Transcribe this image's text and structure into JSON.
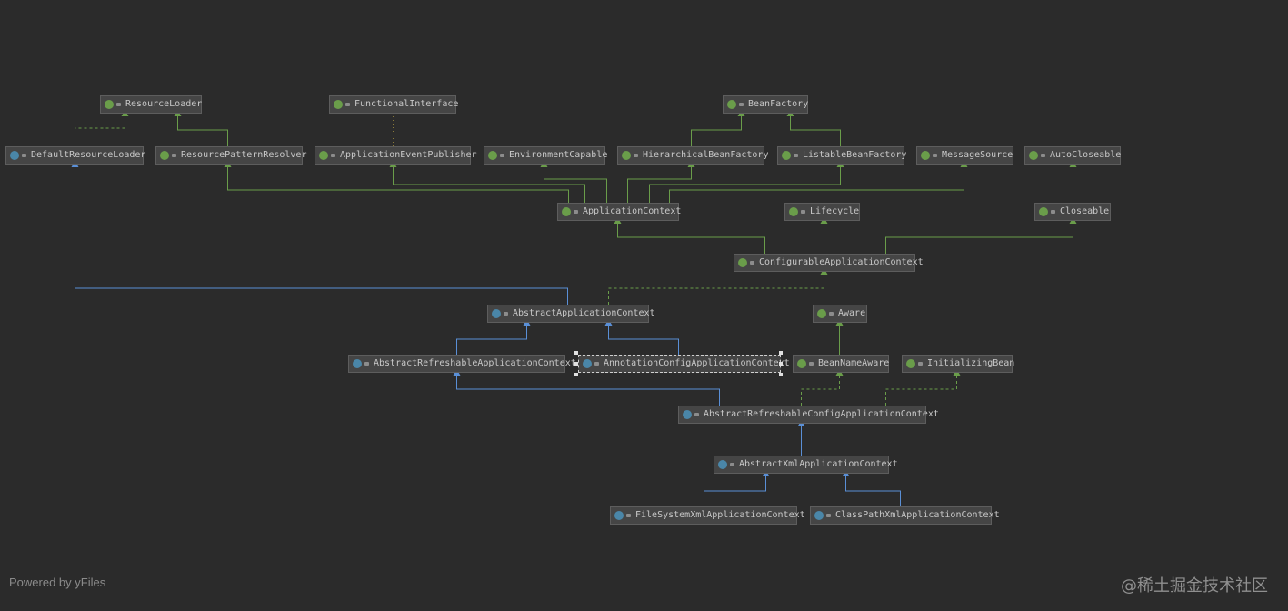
{
  "footer": "Powered by yFiles",
  "watermark": "@稀土掘金技术社区",
  "colors": {
    "implements": "#6a9d4a",
    "extends": "#5a8fd6"
  },
  "nodes": [
    {
      "id": "ResourceLoader",
      "label": "ResourceLoader",
      "kind": "interface"
    },
    {
      "id": "FunctionalInterface",
      "label": "FunctionalInterface",
      "kind": "annotation"
    },
    {
      "id": "BeanFactory",
      "label": "BeanFactory",
      "kind": "interface"
    },
    {
      "id": "DefaultResourceLoader",
      "label": "DefaultResourceLoader",
      "kind": "class"
    },
    {
      "id": "ResourcePatternResolver",
      "label": "ResourcePatternResolver",
      "kind": "interface"
    },
    {
      "id": "ApplicationEventPublisher",
      "label": "ApplicationEventPublisher",
      "kind": "interface"
    },
    {
      "id": "EnvironmentCapable",
      "label": "EnvironmentCapable",
      "kind": "interface"
    },
    {
      "id": "HierarchicalBeanFactory",
      "label": "HierarchicalBeanFactory",
      "kind": "interface"
    },
    {
      "id": "ListableBeanFactory",
      "label": "ListableBeanFactory",
      "kind": "interface"
    },
    {
      "id": "MessageSource",
      "label": "MessageSource",
      "kind": "interface"
    },
    {
      "id": "AutoCloseable",
      "label": "AutoCloseable",
      "kind": "interface"
    },
    {
      "id": "ApplicationContext",
      "label": "ApplicationContext",
      "kind": "interface"
    },
    {
      "id": "Lifecycle",
      "label": "Lifecycle",
      "kind": "interface"
    },
    {
      "id": "Closeable",
      "label": "Closeable",
      "kind": "interface"
    },
    {
      "id": "ConfigurableApplicationContext",
      "label": "ConfigurableApplicationContext",
      "kind": "interface"
    },
    {
      "id": "AbstractApplicationContext",
      "label": "AbstractApplicationContext",
      "kind": "class"
    },
    {
      "id": "Aware",
      "label": "Aware",
      "kind": "interface"
    },
    {
      "id": "AbstractRefreshableApplicationContext",
      "label": "AbstractRefreshableApplicationContext",
      "kind": "class"
    },
    {
      "id": "AnnotationConfigApplicationContext",
      "label": "AnnotationConfigApplicationContext",
      "kind": "class",
      "selected": true
    },
    {
      "id": "BeanNameAware",
      "label": "BeanNameAware",
      "kind": "interface"
    },
    {
      "id": "InitializingBean",
      "label": "InitializingBean",
      "kind": "interface"
    },
    {
      "id": "AbstractRefreshableConfigApplicationContext",
      "label": "AbstractRefreshableConfigApplicationContext",
      "kind": "class"
    },
    {
      "id": "AbstractXmlApplicationContext",
      "label": "AbstractXmlApplicationContext",
      "kind": "class"
    },
    {
      "id": "FileSystemXmlApplicationContext",
      "label": "FileSystemXmlApplicationContext",
      "kind": "class"
    },
    {
      "id": "ClassPathXmlApplicationContext",
      "label": "ClassPathXmlApplicationContext",
      "kind": "class"
    }
  ],
  "edges": [
    {
      "from": "DefaultResourceLoader",
      "to": "ResourceLoader",
      "type": "implements"
    },
    {
      "from": "ResourcePatternResolver",
      "to": "ResourceLoader",
      "type": "extends-interface"
    },
    {
      "from": "ApplicationEventPublisher",
      "to": "FunctionalInterface",
      "type": "annotated"
    },
    {
      "from": "HierarchicalBeanFactory",
      "to": "BeanFactory",
      "type": "extends-interface"
    },
    {
      "from": "ListableBeanFactory",
      "to": "BeanFactory",
      "type": "extends-interface"
    },
    {
      "from": "ApplicationContext",
      "to": "ResourcePatternResolver",
      "type": "extends-interface"
    },
    {
      "from": "ApplicationContext",
      "to": "ApplicationEventPublisher",
      "type": "extends-interface"
    },
    {
      "from": "ApplicationContext",
      "to": "EnvironmentCapable",
      "type": "extends-interface"
    },
    {
      "from": "ApplicationContext",
      "to": "HierarchicalBeanFactory",
      "type": "extends-interface"
    },
    {
      "from": "ApplicationContext",
      "to": "ListableBeanFactory",
      "type": "extends-interface"
    },
    {
      "from": "ApplicationContext",
      "to": "MessageSource",
      "type": "extends-interface"
    },
    {
      "from": "Closeable",
      "to": "AutoCloseable",
      "type": "extends-interface"
    },
    {
      "from": "ConfigurableApplicationContext",
      "to": "ApplicationContext",
      "type": "extends-interface"
    },
    {
      "from": "ConfigurableApplicationContext",
      "to": "Lifecycle",
      "type": "extends-interface"
    },
    {
      "from": "ConfigurableApplicationContext",
      "to": "Closeable",
      "type": "extends-interface"
    },
    {
      "from": "AbstractApplicationContext",
      "to": "DefaultResourceLoader",
      "type": "extends"
    },
    {
      "from": "AbstractApplicationContext",
      "to": "ConfigurableApplicationContext",
      "type": "implements"
    },
    {
      "from": "AbstractRefreshableApplicationContext",
      "to": "AbstractApplicationContext",
      "type": "extends"
    },
    {
      "from": "AnnotationConfigApplicationContext",
      "to": "AbstractApplicationContext",
      "type": "extends"
    },
    {
      "from": "BeanNameAware",
      "to": "Aware",
      "type": "extends-interface"
    },
    {
      "from": "AbstractRefreshableConfigApplicationContext",
      "to": "AbstractRefreshableApplicationContext",
      "type": "extends"
    },
    {
      "from": "AbstractRefreshableConfigApplicationContext",
      "to": "BeanNameAware",
      "type": "implements"
    },
    {
      "from": "AbstractRefreshableConfigApplicationContext",
      "to": "InitializingBean",
      "type": "implements"
    },
    {
      "from": "AbstractXmlApplicationContext",
      "to": "AbstractRefreshableConfigApplicationContext",
      "type": "extends"
    },
    {
      "from": "FileSystemXmlApplicationContext",
      "to": "AbstractXmlApplicationContext",
      "type": "extends"
    },
    {
      "from": "ClassPathXmlApplicationContext",
      "to": "AbstractXmlApplicationContext",
      "type": "extends"
    }
  ]
}
